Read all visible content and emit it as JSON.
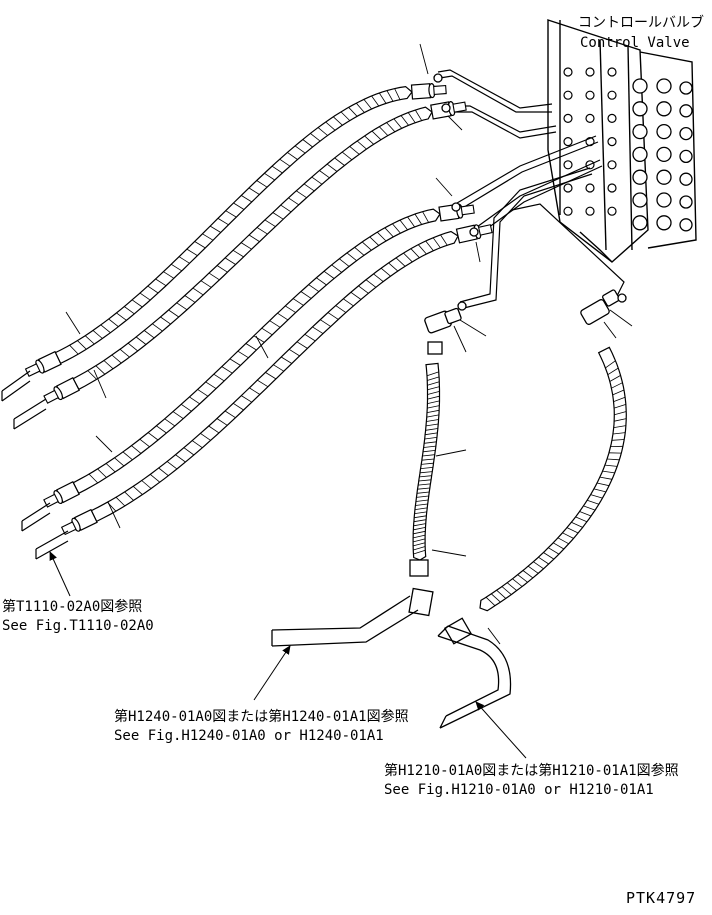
{
  "callouts": {
    "control_valve_jp": "コントロールバルブ",
    "control_valve_en": "Control Valve",
    "ref_t1110_jp": "第T1110-02A0図参照",
    "ref_t1110_en": "See Fig.T1110-02A0",
    "ref_h1240_jp": "第H1240-01A0図または第H1240-01A1図参照",
    "ref_h1240_en": "See Fig.H1240-01A0 or H1240-01A1",
    "ref_h1210_jp": "第H1210-01A0図または第H1210-01A1図参照",
    "ref_h1210_en": "See Fig.H1210-01A0 or H1210-01A1"
  },
  "drawing_number": "PTK4797",
  "colors": {
    "line": "#000000",
    "background": "#ffffff"
  }
}
